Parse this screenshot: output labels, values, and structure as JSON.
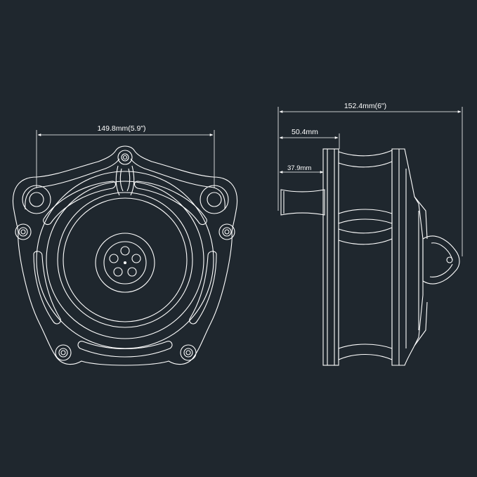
{
  "colors": {
    "background": "#1f272e",
    "line": "#ffffff",
    "part_fill": "#1f272e"
  },
  "dimensions": {
    "front_width": "149.8mm(5.9\")",
    "total_depth": "152.4mm(6\")",
    "body_depth": "50.4mm",
    "inlet_depth": "37.9mm"
  }
}
